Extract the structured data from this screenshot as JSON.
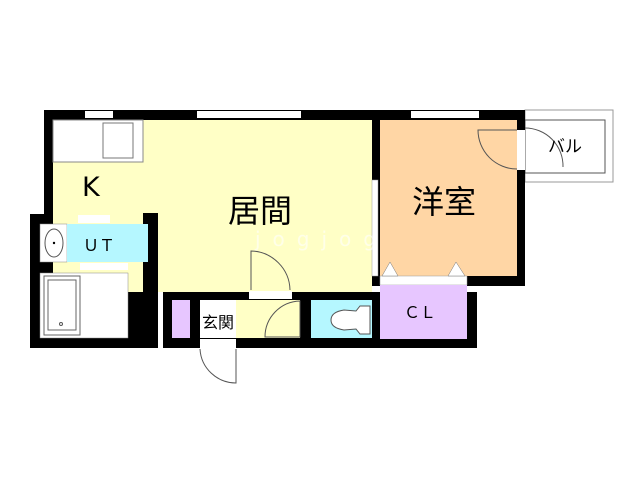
{
  "rooms": {
    "kitchen": {
      "label": "K",
      "color": "#ffffc6"
    },
    "living": {
      "label": "居間",
      "color": "#ffffc6"
    },
    "western": {
      "label": "洋室",
      "color": "#ffd6a5"
    },
    "ut": {
      "label": "ＵＴ",
      "color": "#b5f7ff"
    },
    "closet": {
      "label": "ＣＬ",
      "color": "#e7c6ff"
    },
    "entrance": {
      "label": "玄関",
      "color": "#ffffff"
    },
    "balcony": {
      "label": "バル",
      "color": "#ffffff"
    },
    "toilet": {
      "color": "#b5f7ff"
    },
    "shoe_closet": {
      "color": "#e7c6ff"
    }
  },
  "watermark": "jogjog",
  "wall_color": "#000000"
}
